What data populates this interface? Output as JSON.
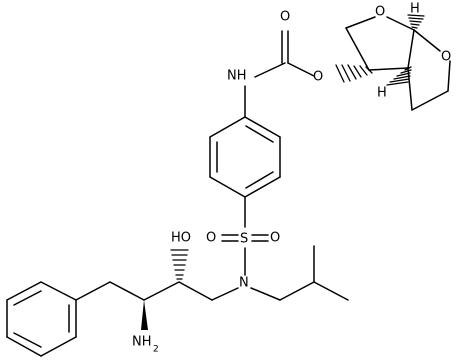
{
  "labels": {
    "carbamate_nh": "NH",
    "carbonyl_o": "O",
    "ester_o": "O",
    "furan_o_upper": "O",
    "furan_o_lower": "O",
    "stereo_h_top": "H",
    "stereo_h_left": "H",
    "sulfonyl_o_left": "O",
    "sulfur": "S",
    "sulfonyl_o_right": "O",
    "amide_n": "N",
    "hydroxyl": "HO",
    "amine": "NH",
    "amine_subscript": "2"
  }
}
